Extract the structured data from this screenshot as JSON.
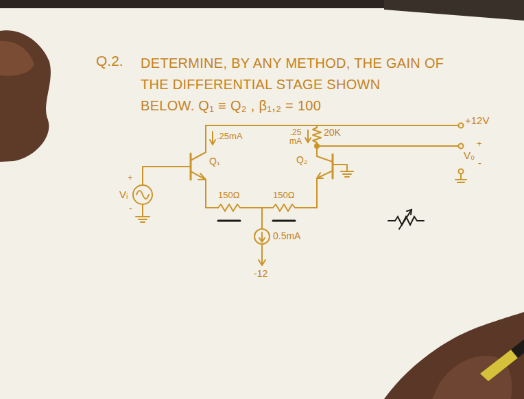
{
  "diagram": {
    "title": "DETERMINE, BY ANY METHOD, THE GAIN OF THE DIFFERENTIAL STAGE SHOWN BELOW.",
    "labels": [
      "Q.2.",
      "Q₁ ≡ Q₂ , β₁,₂ = 100",
      "+12V",
      ".25mA",
      ".25 mA",
      "20K",
      "Q₁",
      "Q₂",
      "+",
      "V₀",
      "-",
      "+",
      "Vᵢ",
      "-",
      "150Ω",
      "150Ω",
      "0.5mA",
      "-12"
    ]
  }
}
